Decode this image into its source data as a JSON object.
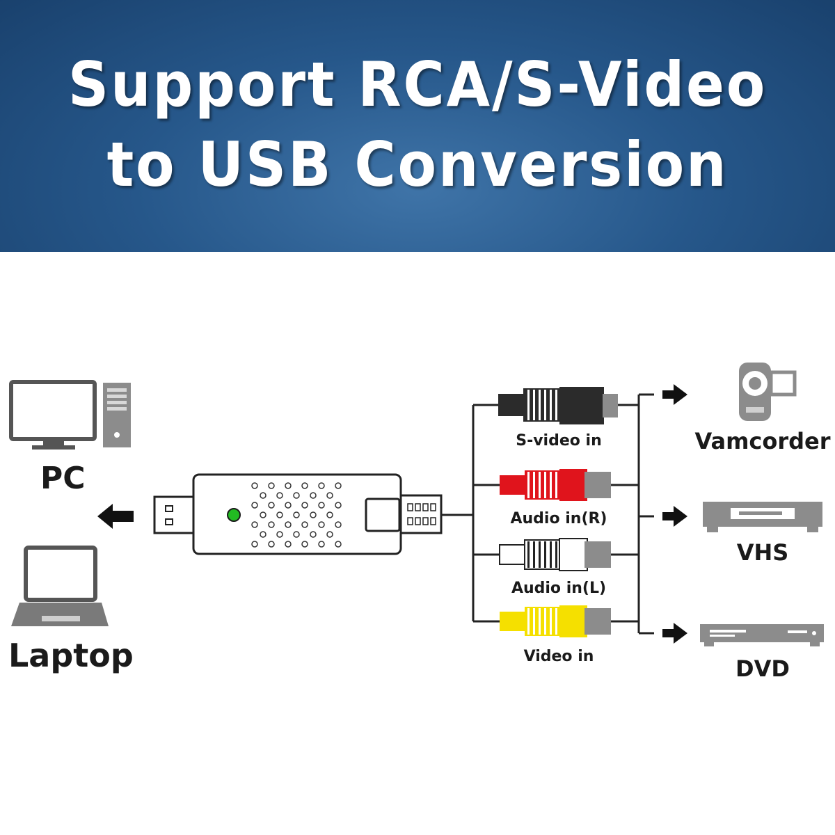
{
  "banner": {
    "line1": "Support RCA/S-Video",
    "line2": "to USB Conversion",
    "gradient_colors": [
      "#3f74a8",
      "#26578a",
      "#173d68"
    ]
  },
  "devices_left": {
    "pc_label": "PC",
    "laptop_label": "Laptop"
  },
  "cables": {
    "svideo_label": "S-video in",
    "audio_r_label": "Audio in(R)",
    "audio_l_label": "Audio in(L)",
    "video_label": "Video in"
  },
  "devices_right": {
    "camcorder_label": "Vamcorder",
    "vhs_label": "VHS",
    "dvd_label": "DVD"
  },
  "colors": {
    "svideo_plug": "#2b2b2b",
    "audio_r_plug": "#e0141c",
    "audio_l_plug": "#ffffff",
    "video_plug": "#f5e000",
    "led": "#22bb22",
    "device_gray": "#8c8c8c"
  }
}
